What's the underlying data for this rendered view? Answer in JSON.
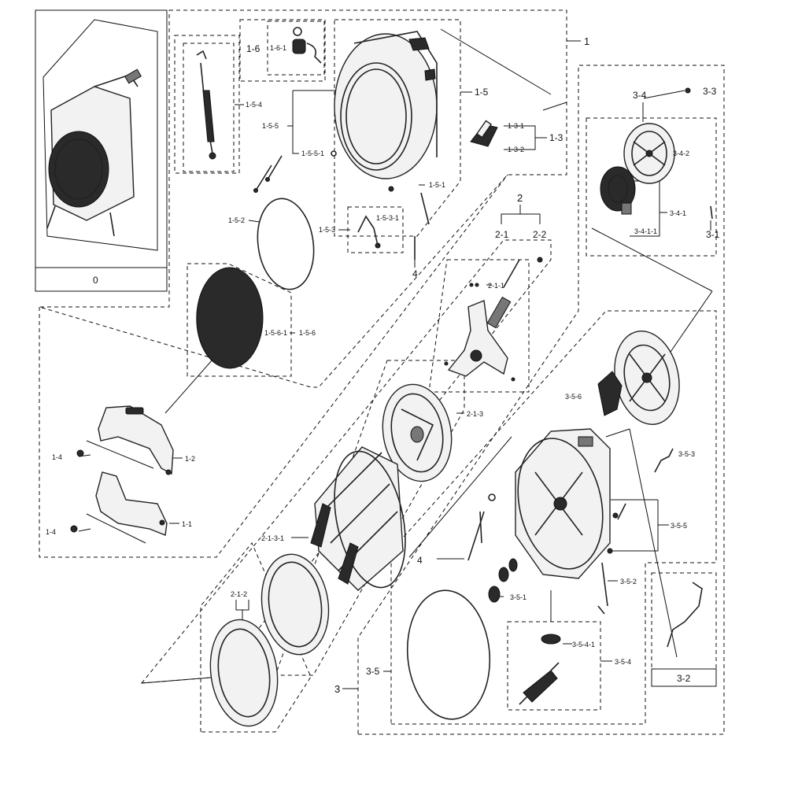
{
  "labels": {
    "l0": "0",
    "l1": "1",
    "l1_1": "1-1",
    "l1_2": "1-2",
    "l1_3": "1-3",
    "l1_3_1": "1-3-1",
    "l1_3_2": "1-3-2",
    "l1_4a": "1-4",
    "l1_4b": "1-4",
    "l1_5": "1-5",
    "l1_5_1": "1-5-1",
    "l1_5_2": "1-5-2",
    "l1_5_3": "1-5-3",
    "l1_5_3_1": "1-5-3-1",
    "l1_5_4": "1-5-4",
    "l1_5_5": "1-5-5",
    "l1_5_5_1": "1-5-5-1",
    "l1_5_6": "1-5-6",
    "l1_5_6_1": "1-5-6-1",
    "l1_6": "1-6",
    "l1_6_1": "1-6-1",
    "l2": "2",
    "l2_1": "2-1",
    "l2_1_1": "2-1-1",
    "l2_1_2": "2-1-2",
    "l2_1_3": "2-1-3",
    "l2_1_3_1": "2-1-3-1",
    "l2_2": "2-2",
    "l3": "3",
    "l3_1": "3-1",
    "l3_2": "3-2",
    "l3_3": "3-3",
    "l3_4": "3-4",
    "l3_4_1": "3-4-1",
    "l3_4_1_1": "3-4-1-1",
    "l3_4_2": "3-4-2",
    "l3_5": "3-5",
    "l3_5_1": "3-5-1",
    "l3_5_2": "3-5-2",
    "l3_5_3": "3-5-3",
    "l3_5_4": "3-5-4",
    "l3_5_4_1": "3-5-4-1",
    "l3_5_5": "3-5-5",
    "l3_5_6": "3-5-6",
    "l4a": "4",
    "l4b": "4"
  }
}
